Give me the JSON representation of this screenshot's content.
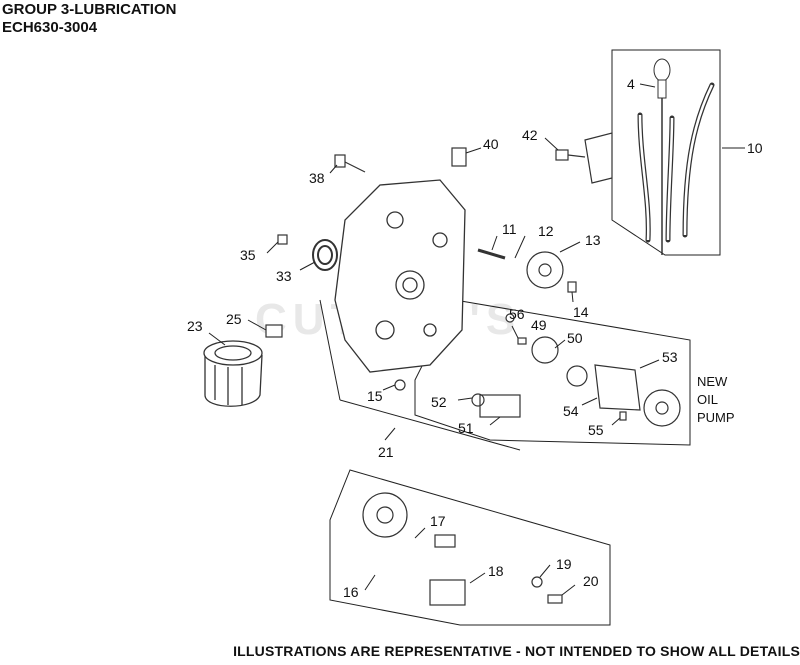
{
  "header": {
    "group_title": "GROUP 3-LUBRICATION",
    "model_code": "ECH630-3004"
  },
  "watermark": "CUTPRT'S",
  "callouts": {
    "c4": "4",
    "c10": "10",
    "c11": "11",
    "c12": "12",
    "c13": "13",
    "c14": "14",
    "c15": "15",
    "c16": "16",
    "c17": "17",
    "c18": "18",
    "c19": "19",
    "c20": "20",
    "c21": "21",
    "c23": "23",
    "c25": "25",
    "c33": "33",
    "c35": "35",
    "c38": "38",
    "c40": "40",
    "c42": "42",
    "c49": "49",
    "c50": "50",
    "c51": "51",
    "c52": "52",
    "c53": "53",
    "c54": "54",
    "c55": "55",
    "c56": "56"
  },
  "note": {
    "line1": "NEW",
    "line2": "OIL",
    "line3": "PUMP"
  },
  "footer": "ILLUSTRATIONS ARE REPRESENTATIVE - NOT INTENDED TO SHOW ALL DETAILS"
}
